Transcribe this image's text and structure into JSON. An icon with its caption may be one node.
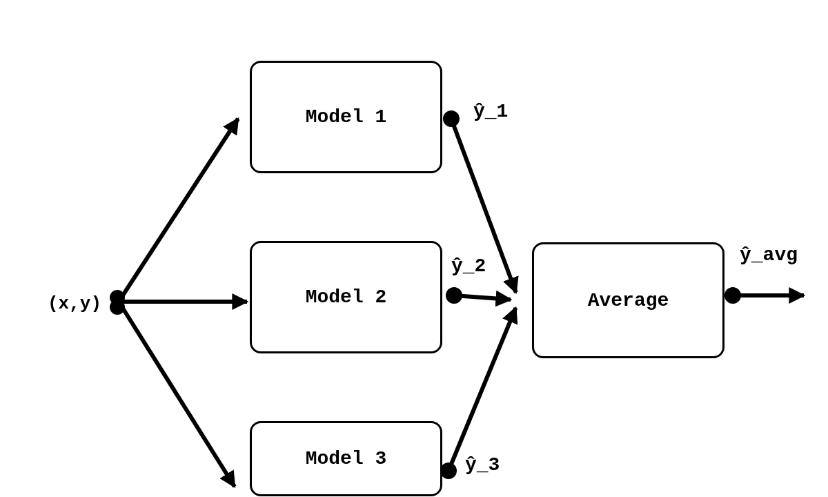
{
  "diagram": {
    "nodes": [
      {
        "text": [
          "(x,y)"
        ]
      },
      {
        "text": [
          "Model 1"
        ],
        "beside": [
          "ŷ_1"
        ]
      },
      {
        "text": [
          "Model 2"
        ],
        "beside": [
          "ŷ_2"
        ]
      },
      {
        "text": [
          "Model 3"
        ],
        "beside": [
          "ŷ_3"
        ]
      },
      {
        "text": [
          "Average"
        ],
        "beside": [
          "ŷ_avg"
        ]
      }
    ],
    "edges": [
      {
        "from": 0,
        "to": 1,
        "arrow": "to"
      },
      {
        "from": 0,
        "to": 2,
        "arrow": "to"
      },
      {
        "from": 0,
        "to": 3,
        "arrow": "to"
      },
      {
        "from": 1,
        "to": 4,
        "arrow": "to"
      },
      {
        "from": 2,
        "to": 4,
        "arrow": "to"
      },
      {
        "from": 3,
        "to": 4,
        "arrow": "to"
      },
      {
        "from": 4,
        "to": null,
        "arrow": "to"
      }
    ]
  }
}
